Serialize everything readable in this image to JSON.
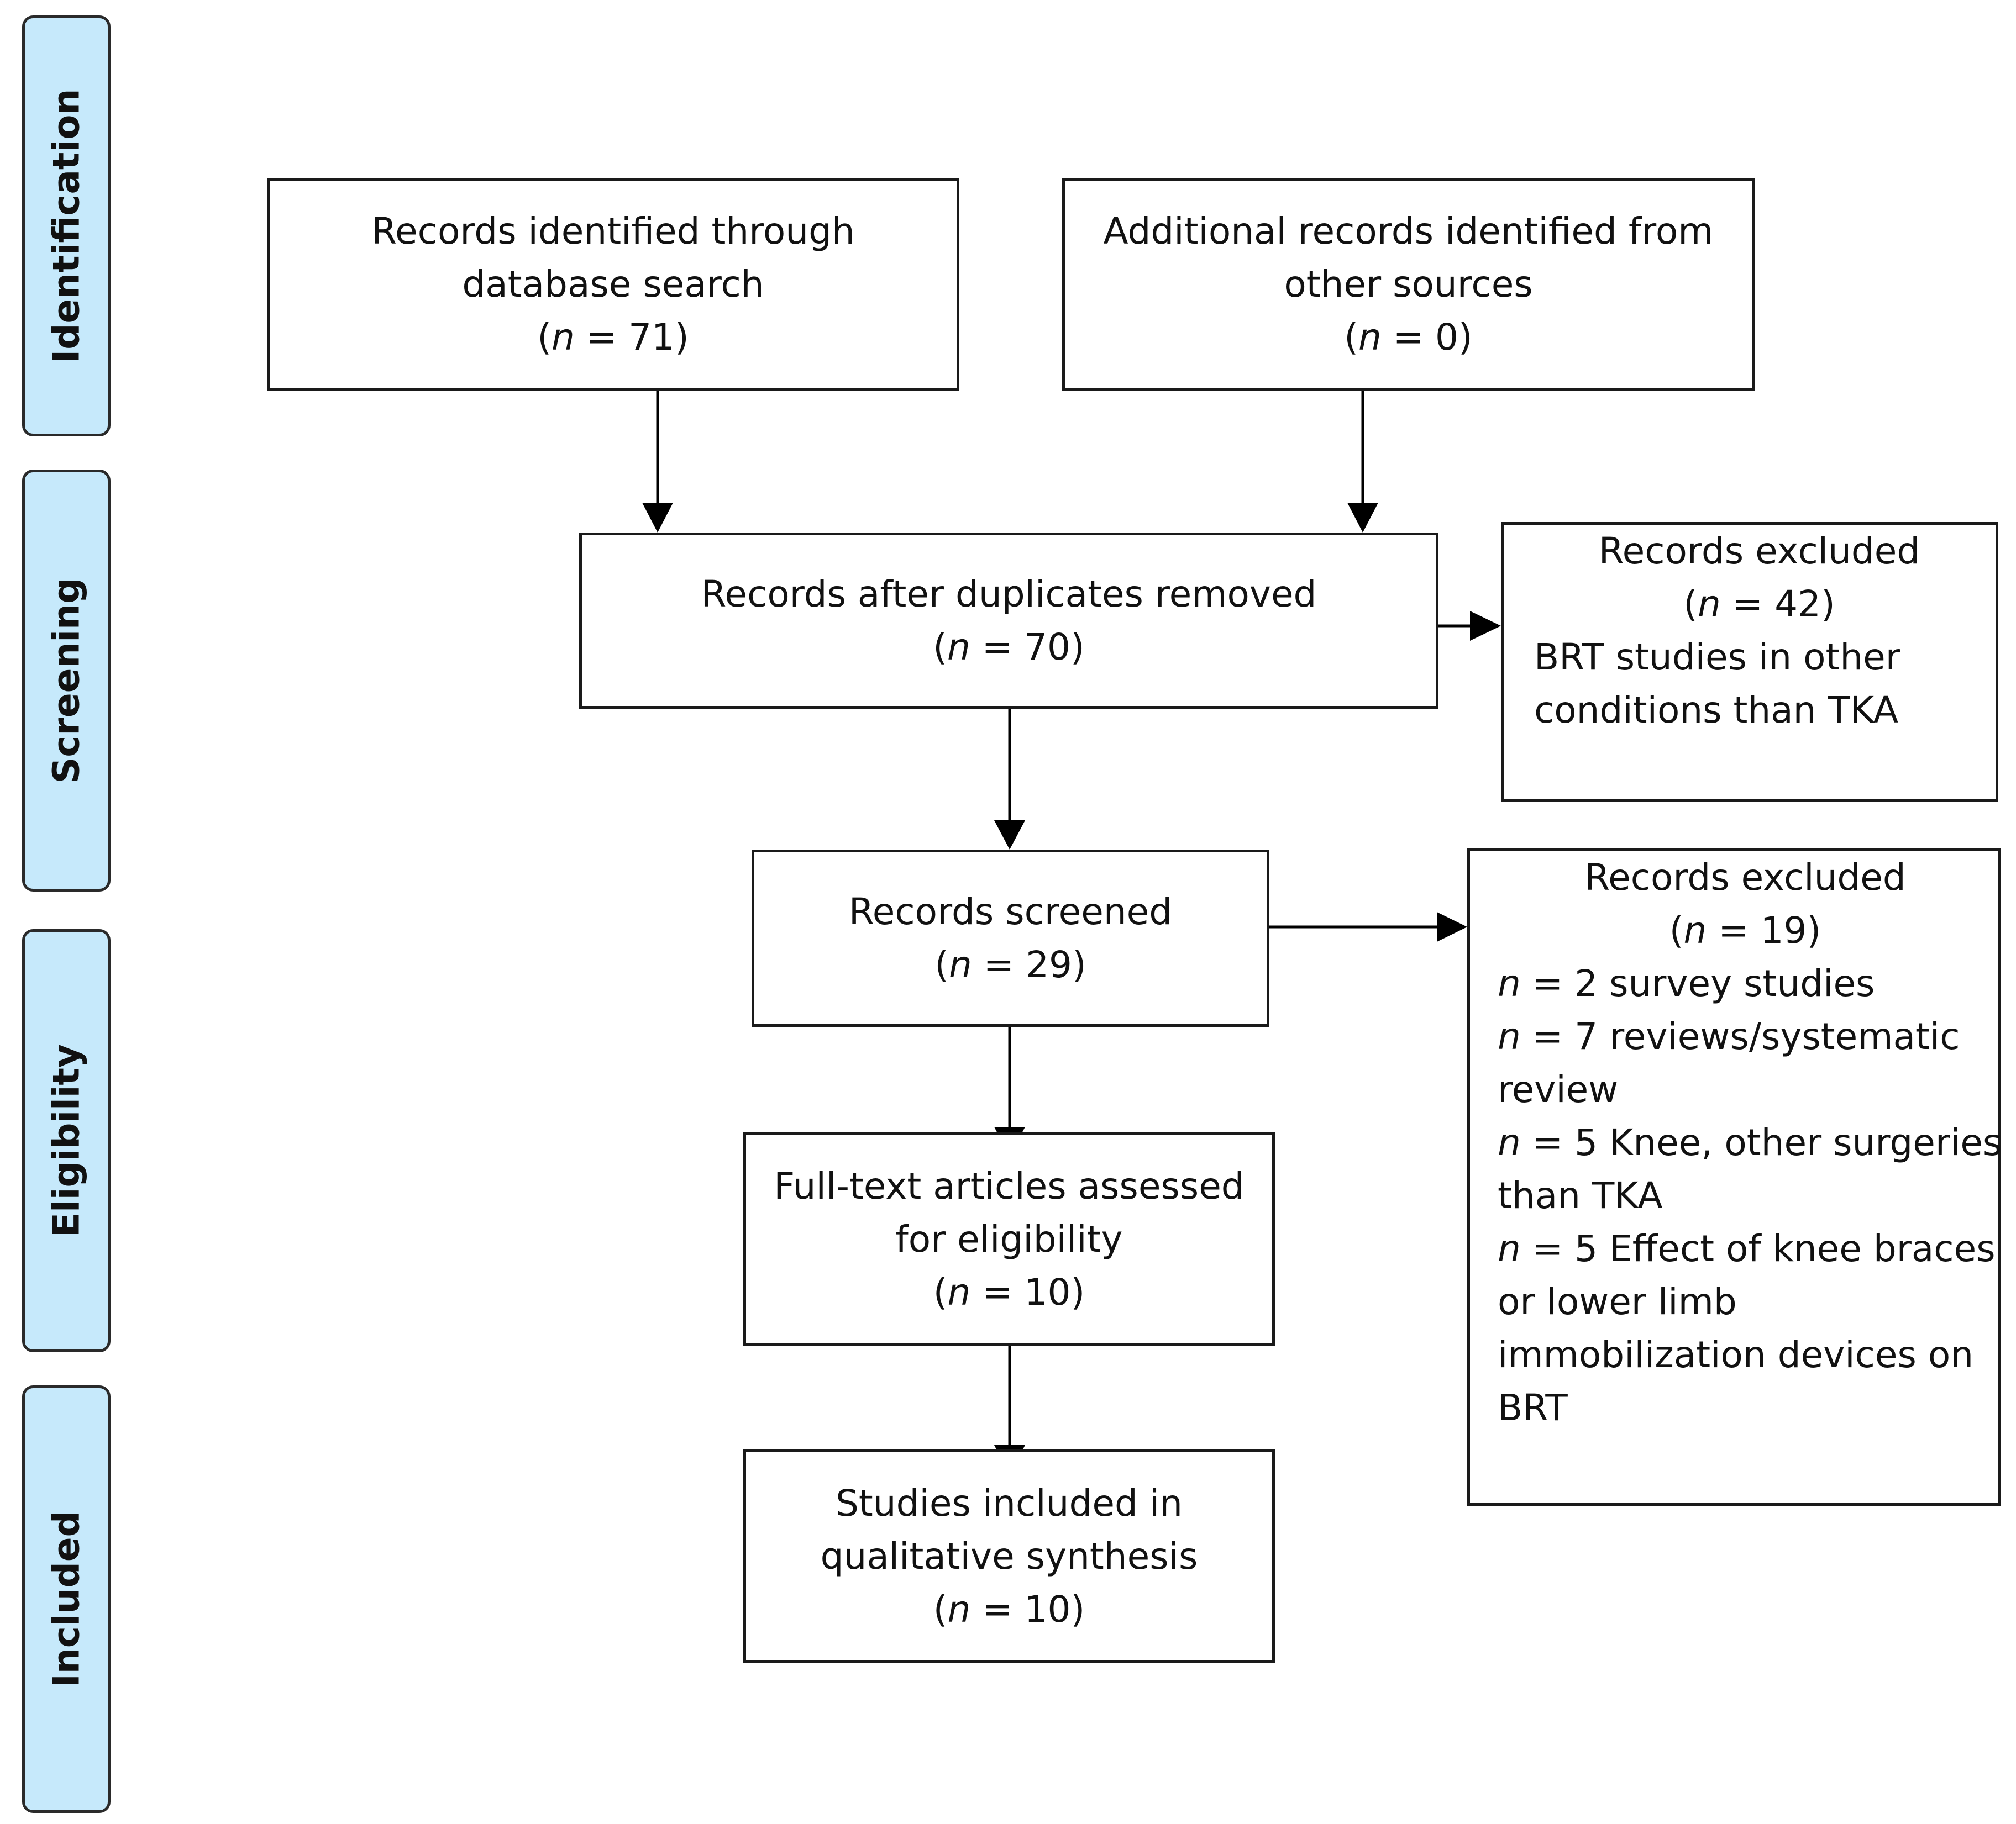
{
  "stages": [
    "Identification",
    "Screening",
    "Eligibility",
    "Included"
  ],
  "boxes": {
    "db_search": {
      "lines": [
        "Records identified through",
        "database search"
      ],
      "n_label": "n",
      "n_value": "71"
    },
    "other_sources": {
      "lines": [
        "Additional records identified from",
        "other sources"
      ],
      "n_label": "n",
      "n_value": "0"
    },
    "after_duplicates": {
      "lines": [
        "Records after duplicates removed"
      ],
      "n_label": "n",
      "n_value": "70"
    },
    "screened": {
      "lines": [
        "Records screened"
      ],
      "n_label": "n",
      "n_value": "29"
    },
    "full_text": {
      "lines": [
        "Full-text articles assessed",
        "for eligibility"
      ],
      "n_label": "n",
      "n_value": "10"
    },
    "included": {
      "lines": [
        "Studies included in",
        "qualitative synthesis"
      ],
      "n_label": "n",
      "n_value": "10"
    }
  },
  "excluded_1": {
    "title": "Records excluded",
    "n_label": "n",
    "n_value": "42",
    "detail_lines": [
      "BRT studies in other",
      "conditions than TKA"
    ]
  },
  "excluded_2": {
    "title": "Records excluded",
    "n_label": "n",
    "n_value": "19",
    "items": [
      {
        "n_label": "n",
        "text_lines": [
          " = 2 survey studies"
        ]
      },
      {
        "n_label": "n",
        "text_lines": [
          " = 7 reviews/systematic",
          "review"
        ]
      },
      {
        "n_label": "n",
        "text_lines": [
          " = 5 Knee, other surgeries",
          "than TKA"
        ]
      },
      {
        "n_label": "n",
        "text_lines": [
          " = 5 Effect of knee braces",
          "or lower limb",
          "immobilization devices on",
          "BRT"
        ]
      }
    ]
  }
}
